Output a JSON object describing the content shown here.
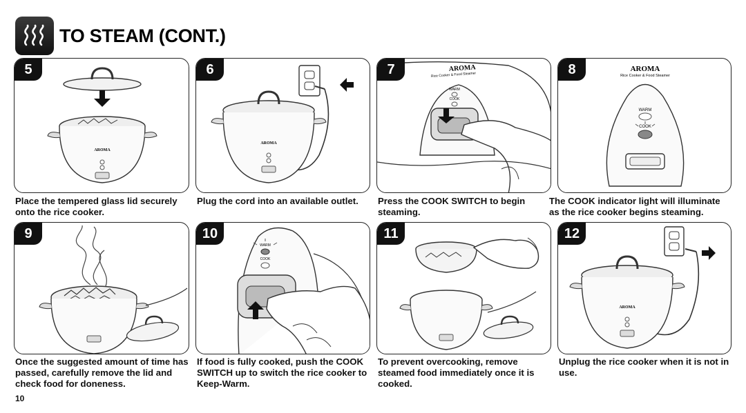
{
  "header": {
    "title": "TO STEAM (CONT.)",
    "icon": "steam-icon"
  },
  "brand": {
    "name": "AROMA",
    "subtitle": "Rice Cooker & Food Steamer"
  },
  "panel_labels": {
    "warm": "WARM",
    "cook": "COOK"
  },
  "steps": [
    {
      "number": "5",
      "caption": "Place the tempered glass lid securely onto the rice cooker."
    },
    {
      "number": "6",
      "caption": "Plug the cord into an available outlet."
    },
    {
      "number": "7",
      "caption": "Press the COOK SWITCH to begin steaming."
    },
    {
      "number": "8",
      "caption": "The COOK indicator light will illuminate as the rice cooker begins steaming."
    },
    {
      "number": "9",
      "caption": "Once the suggested amount of time has passed, carefully remove the lid and check food for doneness."
    },
    {
      "number": "10",
      "caption": "If food is fully cooked, push the COOK SWITCH up to switch the rice cooker to Keep-Warm."
    },
    {
      "number": "11",
      "caption": "To prevent overcooking, remove steamed food immediately once it is cooked."
    },
    {
      "number": "12",
      "caption": "Unplug the rice cooker when it is not in use."
    }
  ],
  "page_number": "10"
}
